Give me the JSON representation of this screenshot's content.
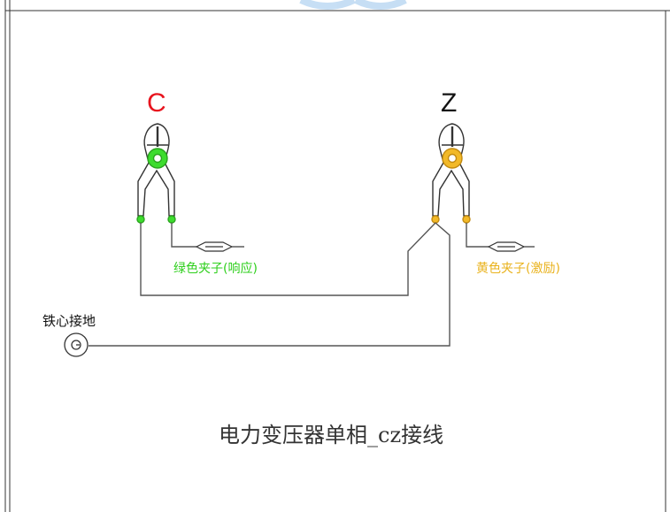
{
  "diagram": {
    "title": "电力变压器单相_cz接线",
    "clamp_c": {
      "letter": "C",
      "letter_color": "#e8141e",
      "ring_color": "#3ddc2e"
    },
    "clamp_z": {
      "letter": "Z",
      "letter_color": "#111111",
      "ring_color": "#f2b928"
    },
    "green_clamp_label": "绿色夹子(响应)",
    "yellow_clamp_label": "黄色夹子(激励)",
    "core_ground_label": "铁心接地",
    "colors": {
      "green_label": "#2ecf1c",
      "yellow_label": "#e9b21c",
      "wire": "#555555",
      "frame": "#333333"
    }
  }
}
